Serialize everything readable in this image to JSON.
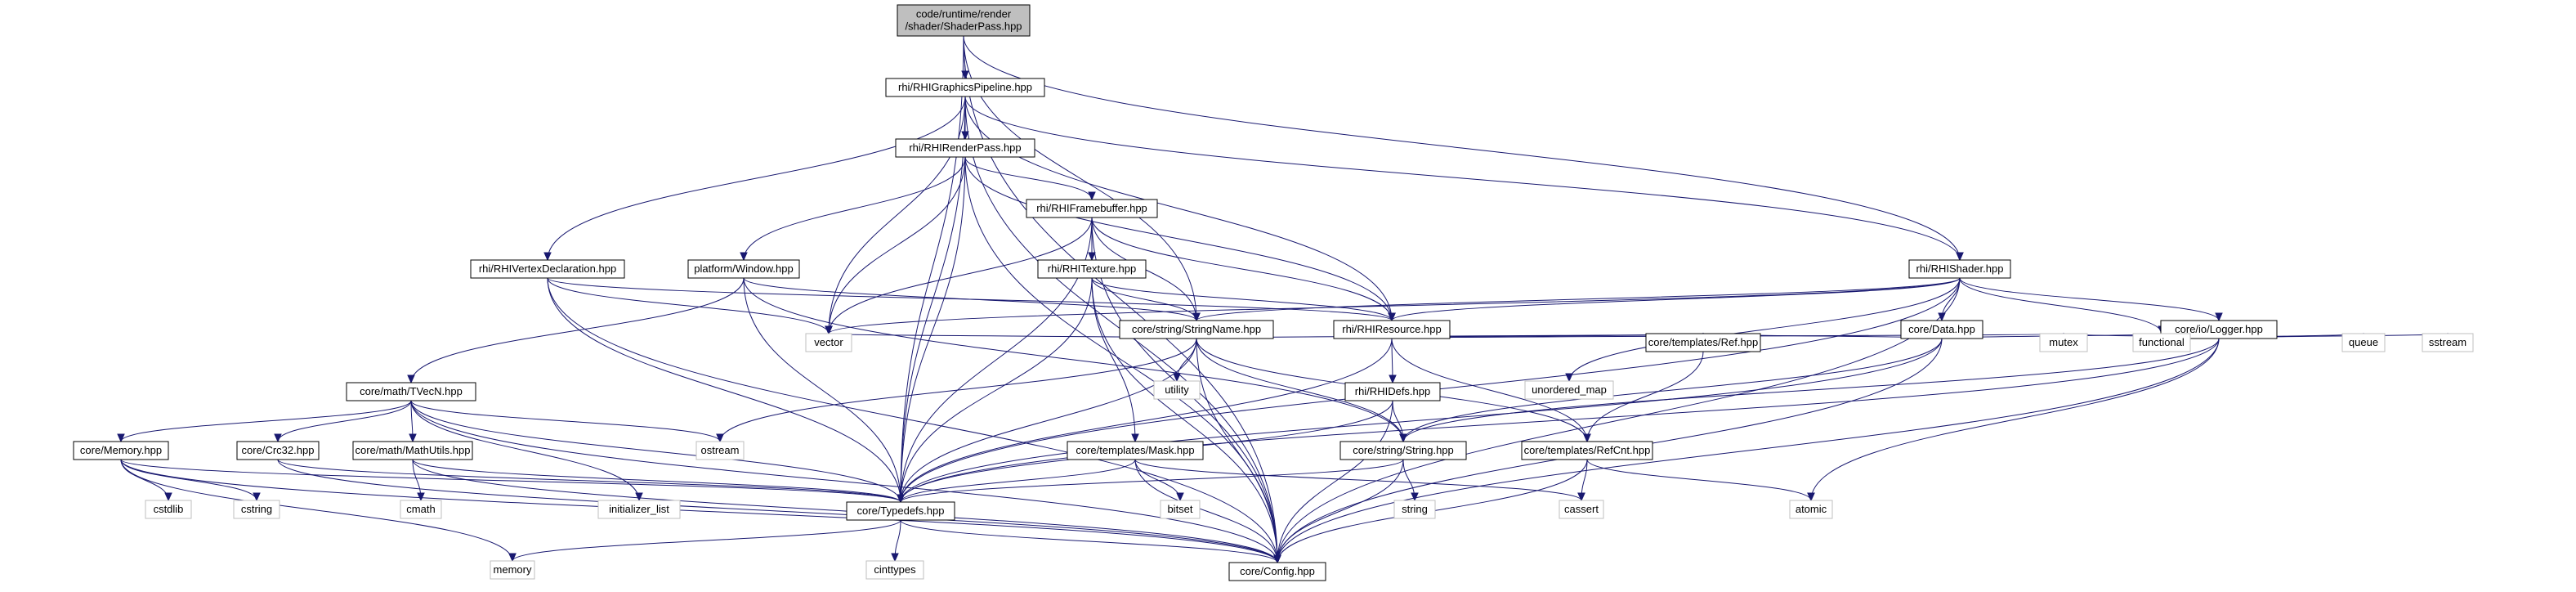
{
  "colors": {
    "edge": "#191970",
    "root_fill": "#bfbfbf",
    "local_border": "#000000",
    "system_border": "#bfbfbf"
  },
  "nodes": [
    {
      "id": "root",
      "name": "node-shaderpass",
      "lines": [
        "code/runtime/render",
        "/shader/ShaderPass.hpp"
      ],
      "kind": "root"
    },
    {
      "id": "gp",
      "name": "node-rhigraphicspipeline",
      "lines": [
        "rhi/RHIGraphicsPipeline.hpp"
      ],
      "kind": "local"
    },
    {
      "id": "rp",
      "name": "node-rhirenderpass",
      "lines": [
        "rhi/RHIRenderPass.hpp"
      ],
      "kind": "local"
    },
    {
      "id": "fb",
      "name": "node-rhiframebuffer",
      "lines": [
        "rhi/RHIFramebuffer.hpp"
      ],
      "kind": "local"
    },
    {
      "id": "vd",
      "name": "node-rhivertexdeclaration",
      "lines": [
        "rhi/RHIVertexDeclaration.hpp"
      ],
      "kind": "local"
    },
    {
      "id": "win",
      "name": "node-platform-window",
      "lines": [
        "platform/Window.hpp"
      ],
      "kind": "local"
    },
    {
      "id": "tex",
      "name": "node-rhitexture",
      "lines": [
        "rhi/RHITexture.hpp"
      ],
      "kind": "local"
    },
    {
      "id": "sh",
      "name": "node-rhishader",
      "lines": [
        "rhi/RHIShader.hpp"
      ],
      "kind": "local"
    },
    {
      "id": "sn",
      "name": "node-stringname",
      "lines": [
        "core/string/StringName.hpp"
      ],
      "kind": "local"
    },
    {
      "id": "res",
      "name": "node-rhiresource",
      "lines": [
        "rhi/RHIResource.hpp"
      ],
      "kind": "local"
    },
    {
      "id": "data",
      "name": "node-core-data",
      "lines": [
        "core/Data.hpp"
      ],
      "kind": "local"
    },
    {
      "id": "log",
      "name": "node-logger",
      "lines": [
        "core/io/Logger.hpp"
      ],
      "kind": "local"
    },
    {
      "id": "tvec",
      "name": "node-tvecn",
      "lines": [
        "core/math/TVecN.hpp"
      ],
      "kind": "local"
    },
    {
      "id": "vector",
      "name": "node-vector",
      "lines": [
        "vector"
      ],
      "kind": "sys"
    },
    {
      "id": "utility",
      "name": "node-utility",
      "lines": [
        "utility"
      ],
      "kind": "sys"
    },
    {
      "id": "umap",
      "name": "node-unordered-map",
      "lines": [
        "unordered_map"
      ],
      "kind": "sys"
    },
    {
      "id": "ref",
      "name": "node-ref",
      "lines": [
        "core/templates/Ref.hpp"
      ],
      "kind": "local"
    },
    {
      "id": "mutex",
      "name": "node-mutex",
      "lines": [
        "mutex"
      ],
      "kind": "sys"
    },
    {
      "id": "functional",
      "name": "node-functional",
      "lines": [
        "functional"
      ],
      "kind": "sys"
    },
    {
      "id": "queue",
      "name": "node-queue",
      "lines": [
        "queue"
      ],
      "kind": "sys"
    },
    {
      "id": "sstream",
      "name": "node-sstream",
      "lines": [
        "sstream"
      ],
      "kind": "sys"
    },
    {
      "id": "defs",
      "name": "node-rhidefs",
      "lines": [
        "rhi/RHIDefs.hpp"
      ],
      "kind": "local"
    },
    {
      "id": "mem",
      "name": "node-core-memory",
      "lines": [
        "core/Memory.hpp"
      ],
      "kind": "local"
    },
    {
      "id": "crc",
      "name": "node-crc32",
      "lines": [
        "core/Crc32.hpp"
      ],
      "kind": "local"
    },
    {
      "id": "mu",
      "name": "node-mathutils",
      "lines": [
        "core/math/MathUtils.hpp"
      ],
      "kind": "local"
    },
    {
      "id": "ostream",
      "name": "node-ostream",
      "lines": [
        "ostream"
      ],
      "kind": "sys"
    },
    {
      "id": "mask",
      "name": "node-mask",
      "lines": [
        "core/templates/Mask.hpp"
      ],
      "kind": "local"
    },
    {
      "id": "str",
      "name": "node-core-string",
      "lines": [
        "core/string/String.hpp"
      ],
      "kind": "local"
    },
    {
      "id": "rc",
      "name": "node-refcnt",
      "lines": [
        "core/templates/RefCnt.hpp"
      ],
      "kind": "local"
    },
    {
      "id": "cstdlib",
      "name": "node-cstdlib",
      "lines": [
        "cstdlib"
      ],
      "kind": "sys"
    },
    {
      "id": "cstring",
      "name": "node-cstring",
      "lines": [
        "cstring"
      ],
      "kind": "sys"
    },
    {
      "id": "cmath",
      "name": "node-cmath",
      "lines": [
        "cmath"
      ],
      "kind": "sys"
    },
    {
      "id": "ilist",
      "name": "node-initializer-list",
      "lines": [
        "initializer_list"
      ],
      "kind": "sys"
    },
    {
      "id": "td",
      "name": "node-typedefs",
      "lines": [
        "core/Typedefs.hpp"
      ],
      "kind": "local"
    },
    {
      "id": "bitset",
      "name": "node-bitset",
      "lines": [
        "bitset"
      ],
      "kind": "sys"
    },
    {
      "id": "string",
      "name": "node-string",
      "lines": [
        "string"
      ],
      "kind": "sys"
    },
    {
      "id": "cassert",
      "name": "node-cassert",
      "lines": [
        "cassert"
      ],
      "kind": "sys"
    },
    {
      "id": "atomic",
      "name": "node-atomic",
      "lines": [
        "atomic"
      ],
      "kind": "sys"
    },
    {
      "id": "memory",
      "name": "node-memory",
      "lines": [
        "memory"
      ],
      "kind": "sys"
    },
    {
      "id": "cfg",
      "name": "node-config",
      "lines": [
        "core/Config.hpp"
      ],
      "kind": "local"
    },
    {
      "id": "cint",
      "name": "node-cinttypes",
      "lines": [
        "cinttypes"
      ],
      "kind": "sys"
    }
  ],
  "edges": [
    [
      "root",
      "gp"
    ],
    [
      "root",
      "sh"
    ],
    [
      "root",
      "sn"
    ],
    [
      "root",
      "td"
    ],
    [
      "root",
      "cfg"
    ],
    [
      "gp",
      "rp"
    ],
    [
      "gp",
      "vd"
    ],
    [
      "gp",
      "res"
    ],
    [
      "gp",
      "sh"
    ],
    [
      "gp",
      "vector"
    ],
    [
      "gp",
      "td"
    ],
    [
      "gp",
      "cfg"
    ],
    [
      "rp",
      "fb"
    ],
    [
      "rp",
      "win"
    ],
    [
      "rp",
      "res"
    ],
    [
      "rp",
      "vector"
    ],
    [
      "rp",
      "td"
    ],
    [
      "rp",
      "cfg"
    ],
    [
      "fb",
      "tex"
    ],
    [
      "fb",
      "sn"
    ],
    [
      "fb",
      "res"
    ],
    [
      "fb",
      "vector"
    ],
    [
      "fb",
      "td"
    ],
    [
      "fb",
      "cfg"
    ],
    [
      "vd",
      "res"
    ],
    [
      "vd",
      "vector"
    ],
    [
      "vd",
      "td"
    ],
    [
      "vd",
      "cfg"
    ],
    [
      "win",
      "tvec"
    ],
    [
      "win",
      "sn"
    ],
    [
      "win",
      "str"
    ],
    [
      "win",
      "td"
    ],
    [
      "tex",
      "sn"
    ],
    [
      "tex",
      "res"
    ],
    [
      "tex",
      "mask"
    ],
    [
      "tex",
      "td"
    ],
    [
      "tex",
      "cfg"
    ],
    [
      "sh",
      "res"
    ],
    [
      "sh",
      "sn"
    ],
    [
      "sh",
      "data"
    ],
    [
      "sh",
      "log"
    ],
    [
      "sh",
      "vector"
    ],
    [
      "sh",
      "umap"
    ],
    [
      "sh",
      "functional"
    ],
    [
      "sh",
      "td"
    ],
    [
      "sh",
      "cfg"
    ],
    [
      "sn",
      "vector"
    ],
    [
      "sn",
      "utility"
    ],
    [
      "sn",
      "str"
    ],
    [
      "sn",
      "rc"
    ],
    [
      "sn",
      "ref"
    ],
    [
      "sn",
      "ostream"
    ],
    [
      "sn",
      "td"
    ],
    [
      "sn",
      "cfg"
    ],
    [
      "res",
      "defs"
    ],
    [
      "res",
      "rc"
    ],
    [
      "res",
      "ref"
    ],
    [
      "res",
      "mutex"
    ],
    [
      "res",
      "td"
    ],
    [
      "data",
      "ref"
    ],
    [
      "data",
      "functional"
    ],
    [
      "data",
      "str"
    ],
    [
      "data",
      "td"
    ],
    [
      "data",
      "cfg"
    ],
    [
      "log",
      "str"
    ],
    [
      "log",
      "mutex"
    ],
    [
      "log",
      "functional"
    ],
    [
      "log",
      "queue"
    ],
    [
      "log",
      "sstream"
    ],
    [
      "log",
      "atomic"
    ],
    [
      "log",
      "td"
    ],
    [
      "log",
      "cfg"
    ],
    [
      "tvec",
      "mem"
    ],
    [
      "tvec",
      "crc"
    ],
    [
      "tvec",
      "mu"
    ],
    [
      "tvec",
      "ostream"
    ],
    [
      "tvec",
      "ilist"
    ],
    [
      "tvec",
      "td"
    ],
    [
      "tvec",
      "cfg"
    ],
    [
      "defs",
      "str"
    ],
    [
      "defs",
      "td"
    ],
    [
      "defs",
      "cfg"
    ],
    [
      "mem",
      "cstdlib"
    ],
    [
      "mem",
      "cstring"
    ],
    [
      "mem",
      "memory"
    ],
    [
      "mem",
      "td"
    ],
    [
      "mem",
      "cfg"
    ],
    [
      "crc",
      "td"
    ],
    [
      "crc",
      "cfg"
    ],
    [
      "mu",
      "cmath"
    ],
    [
      "mu",
      "td"
    ],
    [
      "mu",
      "cfg"
    ],
    [
      "mask",
      "bitset"
    ],
    [
      "mask",
      "cassert"
    ],
    [
      "mask",
      "td"
    ],
    [
      "mask",
      "cfg"
    ],
    [
      "str",
      "string"
    ],
    [
      "str",
      "td"
    ],
    [
      "str",
      "cfg"
    ],
    [
      "rc",
      "cassert"
    ],
    [
      "rc",
      "atomic"
    ],
    [
      "rc",
      "cfg"
    ],
    [
      "ref",
      "rc"
    ],
    [
      "td",
      "memory"
    ],
    [
      "td",
      "cint"
    ],
    [
      "td",
      "cfg"
    ]
  ]
}
